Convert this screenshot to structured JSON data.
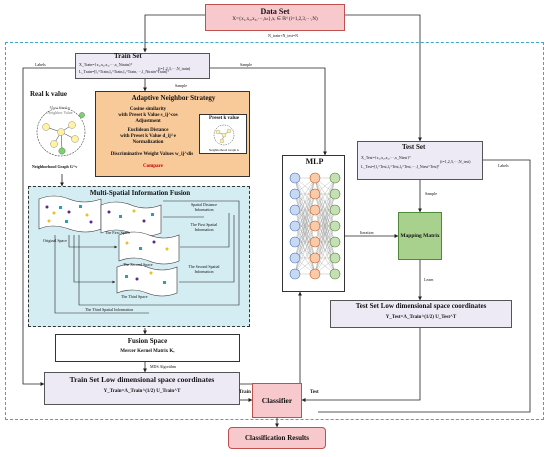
{
  "data_set": {
    "title": "Data Set",
    "formula": "X={x₁,x₂,x₃,···,xₙ},xᵢ ∈ ℝᵈ (i=1,2,3,···,N)",
    "sum_note": "N_train+N_test=N"
  },
  "train_set": {
    "title": "Train Set",
    "formula1": "X_Train={x₁,x₂,x₃,···,x_Ntrain}ᵀ",
    "formula2": "L_Train=[l₁^Train,l₂^Train,l₃^Train,···,l_Ntrain^Train]ᵀ",
    "range": "(i=1,2,3,···,N_train)"
  },
  "arrow_labels": {
    "labels_left": "Labels",
    "sample_top": "Sample",
    "sample_small": "Sample",
    "labels_right": "Labels",
    "sample_test": "Sample",
    "iteration": "Iteration",
    "learn": "Learn",
    "mds": "MDS Algorithm",
    "train": "Train",
    "test": "Test"
  },
  "real_k": {
    "title": "Real k value",
    "legend1": "Most Similar",
    "legend2": "Neighbor Value",
    "graph_label": "Neighborhood Graph G^v"
  },
  "adaptive": {
    "title": "Adaptive Neighbor Strategy",
    "cos1": "Cosine similarity",
    "cos2": "with Preset k Value s_ij^cos",
    "cos3": "Adjustment",
    "euc1": "Euclidean Distance",
    "euc2": "with Preset k Value d_ij^e",
    "euc3": "Normalization",
    "disc": "Discriminative Weight Values w_ij^dis",
    "compare": "Compare",
    "preset_title": "Preset k value",
    "preset_graph": "Neighborhood Graph G"
  },
  "msif": {
    "title": "Multi-Spatial Information Fusion",
    "original": "Original Space",
    "first_space": "The First Space",
    "second_space": "The Second Space",
    "third_space": "The Third Space",
    "spatial_distance1": "Spatial Distance",
    "spatial_distance2": "Information",
    "first_info1": "The First Spatial",
    "first_info2": "Information",
    "second_info1": "The Second Spatial",
    "second_info2": "Information",
    "third_info": "The Third Spatial Information"
  },
  "fusion": {
    "title": "Fusion Space",
    "kernel": "Mercer Kernel Matrix Kᵥ"
  },
  "train_low": {
    "title": "Train Set Low dimensional space coordinates",
    "formula": "Y_Train=Λ_Train^(1/2) U_Train^T"
  },
  "classifier": {
    "label": "Classifier"
  },
  "result": {
    "label": "Classification Results"
  },
  "mlp": {
    "label": "MLP"
  },
  "mapping": {
    "label": "Mapping Matrix"
  },
  "test_set": {
    "title": "Test Set",
    "formula1": "X_Test={x₁,x₂,x₃,···,x_Ntest}ᵀ",
    "formula2": "L_Test=[l₁^Test,l₂^Test,l₃^Test,···,l_Ntest^Test]ᵀ",
    "range": "(i=1,2,3,···,N_test)"
  },
  "test_low": {
    "title": "Test Set Low dimensional space coordinates",
    "formula": "Y_Test=Λ_Train^(1/2) U_Test^T"
  }
}
